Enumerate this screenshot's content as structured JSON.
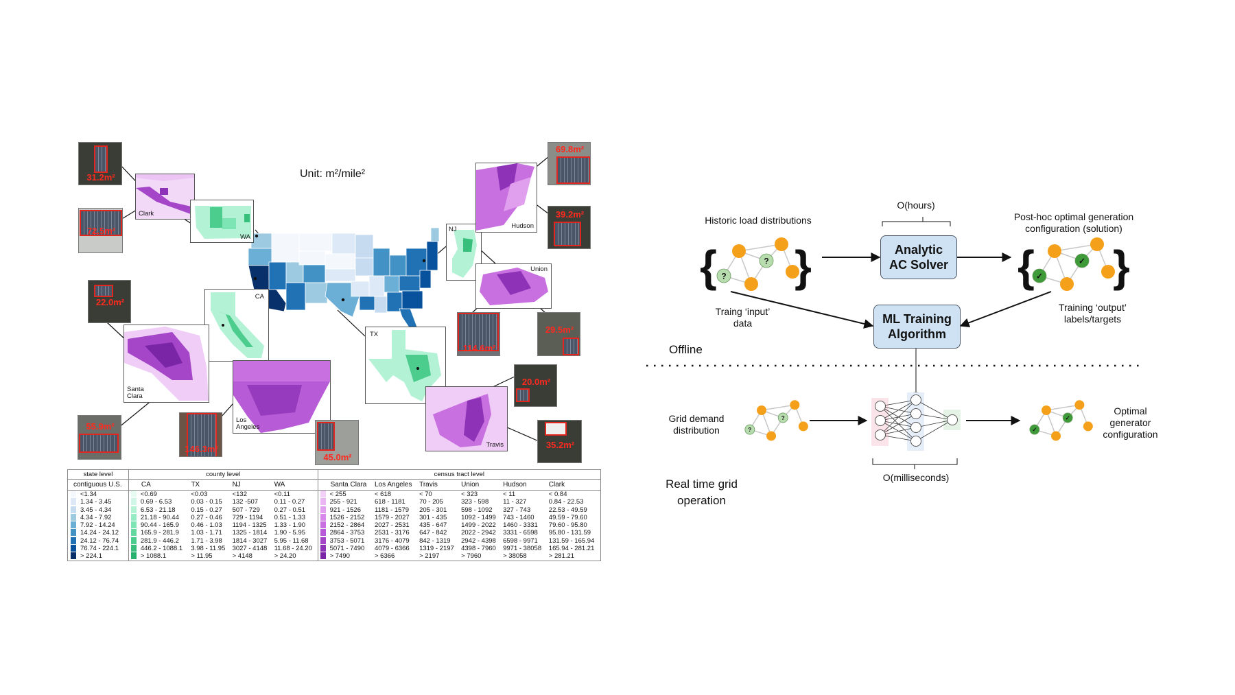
{
  "map": {
    "title": "Unit: m²/mile²",
    "insets": {
      "clark": "Clark",
      "wa": "WA",
      "ca": "CA",
      "santa_clara": "Santa\nClara",
      "los_angeles": "Los\nAngeles",
      "tx": "TX",
      "travis": "Travis",
      "nj": "NJ",
      "hudson": "Hudson",
      "union": "Union"
    },
    "satellite_labels": {
      "s1": "31.2m²",
      "s2": "72.5m²",
      "s3": "22.0m²",
      "s4": "55.9m²",
      "s5": "146.3m²",
      "s6": "45.0m²",
      "s7": "20.0m²",
      "s8": "35.2m²",
      "s9": "69.8m²",
      "s10": "39.2m²",
      "s11": "114.6m²",
      "s12": "29.5m²"
    },
    "colors": {
      "state": "#2f6fb3",
      "county": "#3cc486",
      "tract": "#8e3fc9",
      "annotation": "#e0261f"
    }
  },
  "legend": {
    "groups": [
      "state level",
      "county level",
      "census tract level"
    ],
    "headers": [
      "contiguous U.S.",
      "CA",
      "TX",
      "NJ",
      "WA",
      "Santa Clara",
      "Los Angeles",
      "Travis",
      "Union",
      "Hudson",
      "Clark"
    ],
    "state_colors": [
      "#f4f8fd",
      "#dde9f6",
      "#c6dbef",
      "#9ecae1",
      "#6baed6",
      "#4292c6",
      "#2171b5",
      "#08519c",
      "#08306b"
    ],
    "county_colors": [
      "#e8fbf3",
      "#d0f7e6",
      "#b4f2d6",
      "#97ecc5",
      "#7de4b3",
      "#63d9a0",
      "#4ccc8d",
      "#38bf7c",
      "#26b26c"
    ],
    "tract_colors": [
      "#f2d0f7",
      "#e9b8f2",
      "#e0a0ee",
      "#d788ea",
      "#c970e0",
      "#b85bd6",
      "#a546c9",
      "#8e33b8",
      "#7a25a5"
    ],
    "rows": [
      [
        "<1.34",
        "<0.69",
        "<0.03",
        "<132",
        "<0.11",
        "< 255",
        "< 618",
        "< 70",
        "< 323",
        "< 11",
        "< 0.84"
      ],
      [
        "1.34 - 3.45",
        "0.69 - 6.53",
        "0.03 - 0.15",
        "132 -507",
        "0.11 - 0.27",
        "255 - 921",
        "618 - 1181",
        "70 - 205",
        "323 - 598",
        "11 - 327",
        "0.84 - 22.53"
      ],
      [
        "3.45 - 4.34",
        "6.53 - 21.18",
        "0.15 - 0.27",
        "507 - 729",
        "0.27 - 0.51",
        "921 - 1526",
        "1181 - 1579",
        "205 - 301",
        "598 - 1092",
        "327 - 743",
        "22.53 - 49.59"
      ],
      [
        "4.34 - 7.92",
        "21.18 - 90.44",
        "0.27 - 0.46",
        "729 - 1194",
        "0.51 - 1.33",
        "1526 - 2152",
        "1579 - 2027",
        "301 - 435",
        "1092 - 1499",
        "743 - 1460",
        "49.59 - 79.60"
      ],
      [
        "7.92 - 14.24",
        "90.44 - 165.9",
        "0.46 - 1.03",
        "1194 - 1325",
        "1.33 - 1.90",
        "2152 - 2864",
        "2027 - 2531",
        "435 - 647",
        "1499 - 2022",
        "1460 - 3331",
        "79.60 - 95.80"
      ],
      [
        "14.24 - 24.12",
        "165.9 - 281.9",
        "1.03 - 1.71",
        "1325 - 1814",
        "1.90 - 5.95",
        "2864 - 3753",
        "2531 - 3176",
        "647 - 842",
        "2022 - 2942",
        "3331 - 6598",
        "95.80 - 131.59"
      ],
      [
        "24.12 - 76.74",
        "281.9 - 446.2",
        "1.71 - 3.98",
        "1814 - 3027",
        "5.95 - 11.68",
        "3753 - 5071",
        "3176 - 4079",
        "842 - 1319",
        "2942 - 4398",
        "6598 - 9971",
        "131.59 - 165.94"
      ],
      [
        "76.74 - 224.1",
        "446.2 - 1088.1",
        "3.98 - 11.95",
        "3027 - 4148",
        "11.68 - 24.20",
        "5071 - 7490",
        "4079 - 6366",
        "1319 - 2197",
        "4398 - 7960",
        "9971 - 38058",
        "165.94 - 281.21"
      ],
      [
        "> 224.1",
        "> 1088.1",
        "> 11.95",
        "> 4148",
        "> 24.20",
        "> 7490",
        "> 6366",
        "> 2197",
        "> 7960",
        "> 38058",
        "> 281.21"
      ]
    ]
  },
  "diagram": {
    "historic_load": "Historic load distributions",
    "o_hours": "O(hours)",
    "analytic_solver": "Analytic\nAC Solver",
    "post_hoc": "Post-hoc optimal generation\nconfiguration (solution)",
    "training_input": "Traing ‘input’\ndata",
    "training_output": "Training ‘output’\nlabels/targets",
    "ml_training": "ML Training\nAlgorithm",
    "offline": "Offline",
    "grid_demand": "Grid demand\ndistribution",
    "optimal_config": "Optimal\ngenerator\nconfiguration",
    "o_milliseconds": "O(milliseconds)",
    "real_time": "Real time grid\noperation",
    "unknown_mark": "?",
    "check_mark": "✓",
    "colors": {
      "load_node": "#f5a01a",
      "unknown_node": "#b7dcae",
      "solved_node": "#3f9a3a",
      "box_fill": "#cfe2f3",
      "input_layer": "#fbe3ea",
      "hidden_layer": "#e6eff9",
      "output_layer": "#e5f3e6"
    }
  }
}
